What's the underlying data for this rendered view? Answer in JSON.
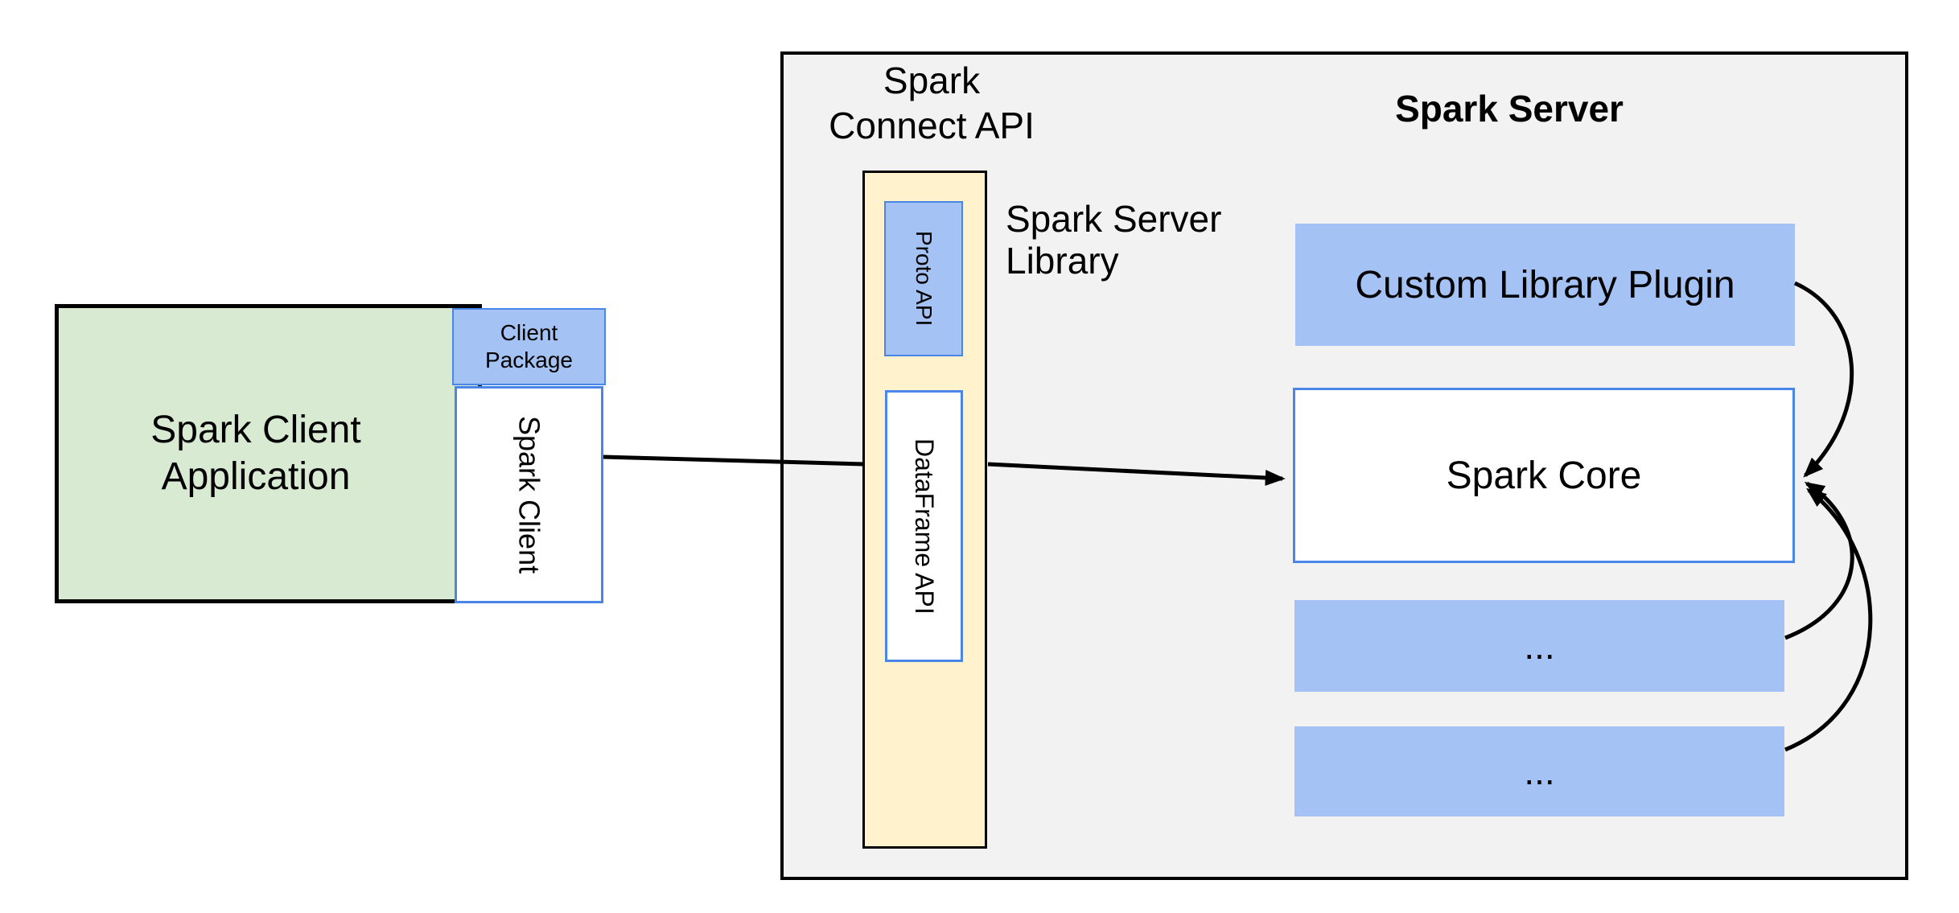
{
  "diagram": {
    "client_group": {
      "app_label": "Spark Client Application",
      "package_label": "Client Package",
      "client_label": "Spark Client"
    },
    "connect_group": {
      "api_title": "Spark Connect API",
      "library_label": "Spark Server Library",
      "proto_label": "Proto API",
      "dataframe_label": "DataFrame API"
    },
    "server_group": {
      "title": "Spark Server",
      "plugin_label": "Custom Library Plugin",
      "core_label": "Spark Core",
      "ellipsis_boxes": [
        "...",
        "..."
      ]
    },
    "colors": {
      "green_fill": "#D9EAD3",
      "blue_fill": "#A4C2F4",
      "yellow_fill": "#FFF2CC",
      "panel_gray_fill": "#F2F2F2",
      "blue_border": "#4A86E8",
      "black": "#000000"
    }
  }
}
